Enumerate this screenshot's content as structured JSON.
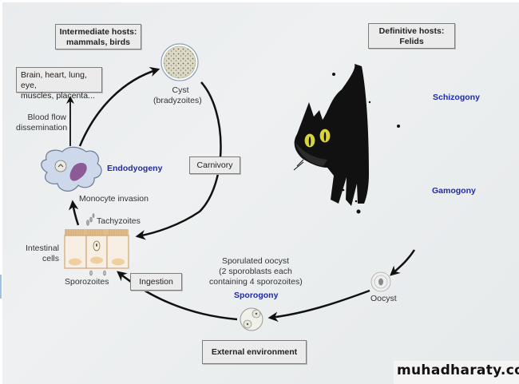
{
  "title": "Toxoplasma gondii life cycle",
  "boxes": {
    "intermediate_hosts": [
      "Intermediate hosts:",
      "mammals, birds"
    ],
    "definitive_hosts": [
      "Definitive hosts:",
      "Felids"
    ],
    "organs": [
      "Brain, heart, lung, eye,",
      "muscles, placenta..."
    ],
    "carnivory": "Carnivory",
    "ingestion": "Ingestion",
    "external_environment": "External environment"
  },
  "labels": {
    "cyst": [
      "Cyst",
      "(bradyzoites)"
    ],
    "blood_flow": [
      "Blood flow",
      "dissemination"
    ],
    "monocyte_invasion": "Monocyte invasion",
    "tachyzoites": "Tachyzoites",
    "intestinal_cells": [
      "Intestinal",
      "cells"
    ],
    "sporozoites": "Sporozoites",
    "sporulated_oocyst": [
      "Sporulated oocyst",
      "(2 sporoblasts each",
      "containing 4 sporozoites)"
    ],
    "oocyst": "Oocyst"
  },
  "stages": {
    "endodyogeny": "Endodyogeny",
    "schizogony": "Schizogony",
    "gamogony": "Gamogony",
    "sporogony": "Sporogony"
  },
  "colors": {
    "stage_text": "#1f2aa8",
    "monocyte_fill": "#c9d6e8",
    "nucleus": "#8b5a96",
    "intestinal_cell": "#f3dcb8",
    "cat": "#111111",
    "cat_eye": "#d8d43a"
  },
  "watermark": "muhadharaty.com"
}
